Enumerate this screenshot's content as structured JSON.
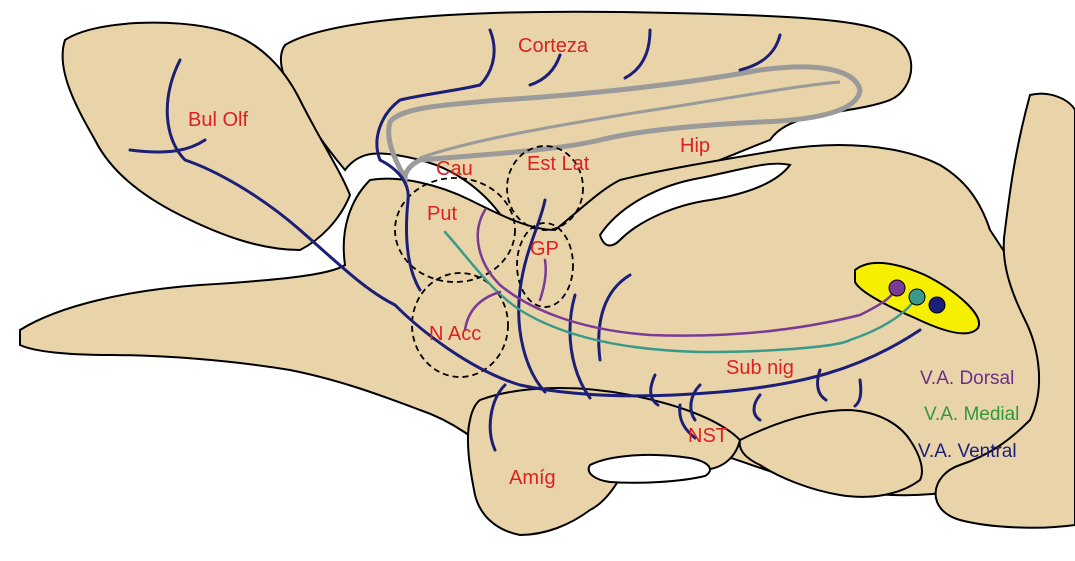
{
  "labels": {
    "bul_olf": "Bul Olf",
    "corteza": "Corteza",
    "cau": "Cau",
    "est_lat": "Est Lat",
    "hip": "Hip",
    "put": "Put",
    "gp": "GP",
    "n_acc": "N Acc",
    "sub_nig": "Sub nig",
    "nst": "NST",
    "amig": "Amíg"
  },
  "legend": [
    {
      "label": "V.A. Dorsal",
      "color": "#6a2f8a"
    },
    {
      "label": "V.A. Medial",
      "color": "#2f9a3a"
    },
    {
      "label": "V.A. Ventral",
      "color": "#1c1f78"
    }
  ],
  "colors": {
    "tissue": "#e9d3a8",
    "outline": "#000000",
    "dorsal_pathway": "#7a3a96",
    "medial_pathway": "#3a9a8a",
    "ventral_pathway": "#1c1f78",
    "label": "#dd2020",
    "vta": "#f6f000",
    "ventricle": "#999999"
  }
}
